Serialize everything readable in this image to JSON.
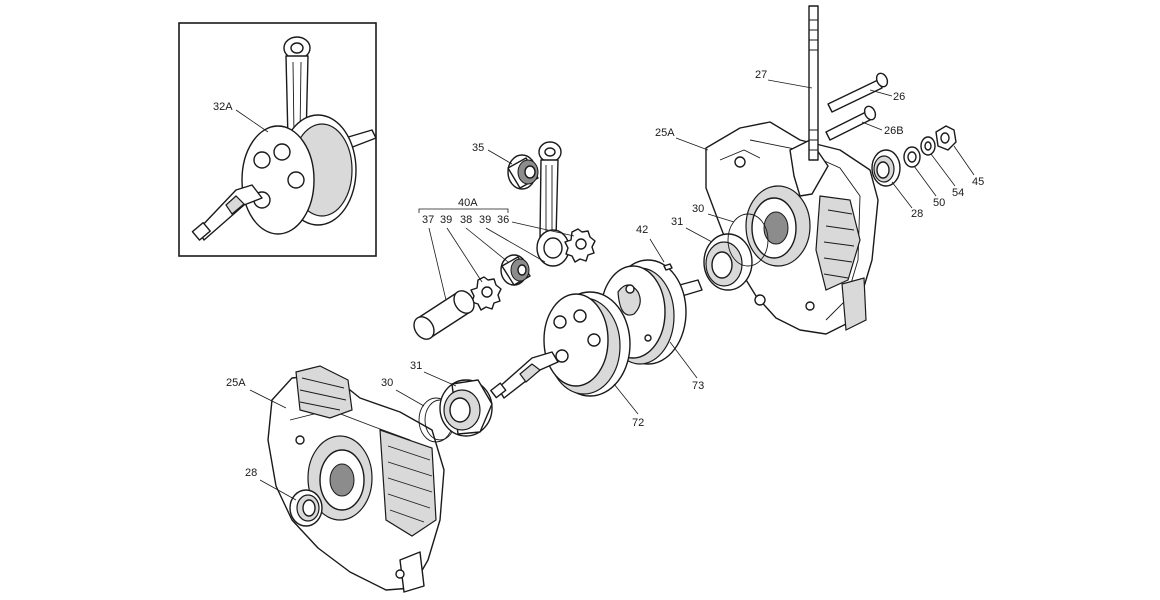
{
  "diagram": {
    "type": "exploded-parts-view",
    "labels": {
      "inset_32A": "32A",
      "p35": "35",
      "group_40A": "40A",
      "p37": "37",
      "p39a": "39",
      "p38": "38",
      "p39b": "39",
      "p36": "36",
      "p42": "42",
      "p31_right": "31",
      "p30_right": "30",
      "p25A_right": "25A",
      "p27": "27",
      "p26": "26",
      "p26B": "26B",
      "p28_right": "28",
      "p50": "50",
      "p54": "54",
      "p45": "45",
      "p73": "73",
      "p72": "72",
      "p31_left": "31",
      "p30_left": "30",
      "p25A_left": "25A",
      "p28_left": "28"
    }
  }
}
